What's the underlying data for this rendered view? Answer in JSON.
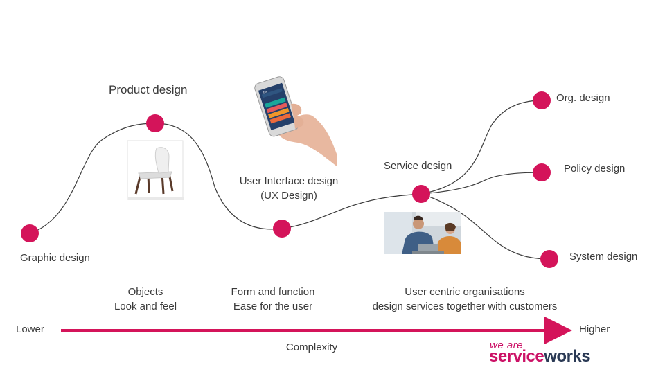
{
  "stages": {
    "graphic": "Graphic design",
    "product": "Product design",
    "ui_line1": "User Interface design",
    "ui_line2": "(UX Design)",
    "service": "Service design",
    "org": "Org. design",
    "policy": "Policy design",
    "system": "System design"
  },
  "descriptions": {
    "objects_line1": "Objects",
    "objects_line2": "Look and feel",
    "form_line1": "Form and function",
    "form_line2": "Ease for the user",
    "user_line1": "User centric organisations",
    "user_line2": "design services together with customers"
  },
  "axis": {
    "lower": "Lower",
    "higher": "Higher",
    "label": "Complexity"
  },
  "logo": {
    "tagline": "we are",
    "brand_part1": "service",
    "brand_part2": "works"
  },
  "phone_screen": {
    "title": "Itza"
  },
  "colors": {
    "accent": "#d4145a",
    "curve": "#3c3c3c",
    "logo_dark": "#2b3a55"
  }
}
